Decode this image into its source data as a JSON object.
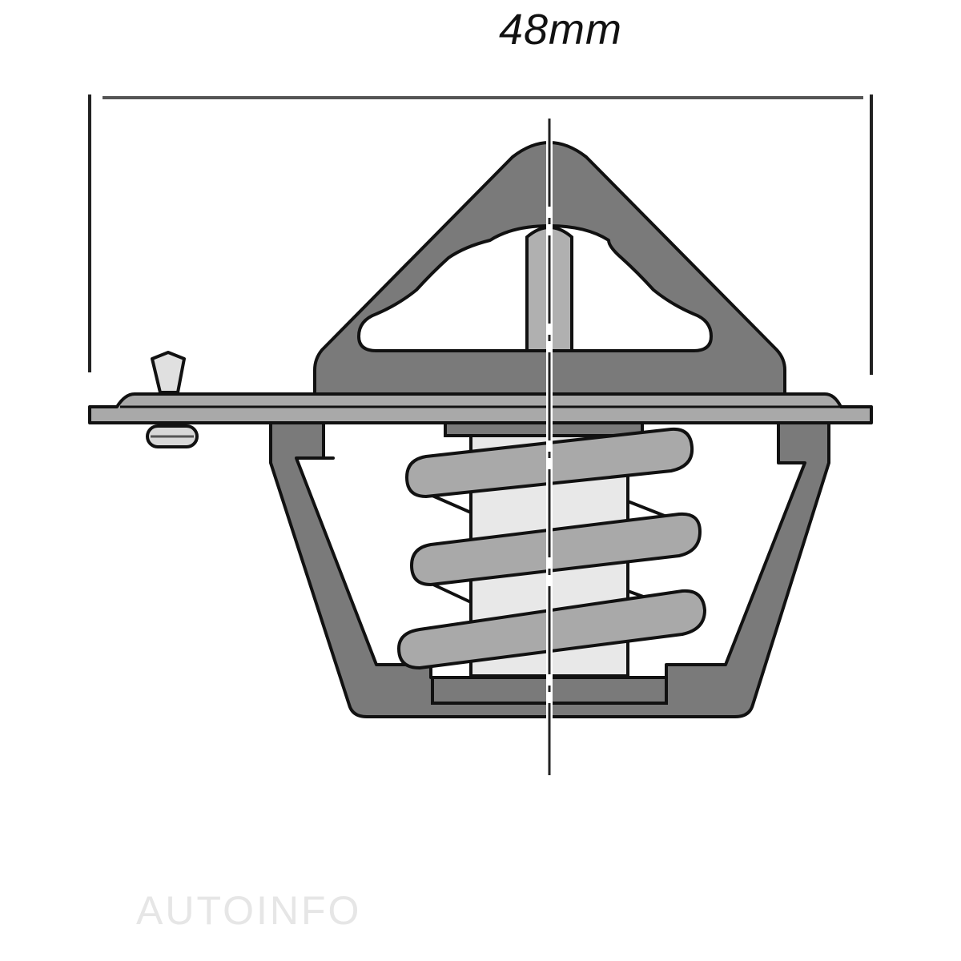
{
  "diagram": {
    "type": "technical-drawing",
    "subject": "thermostat cross-section",
    "dimension": {
      "label": "48mm",
      "measured_span": "overall flange diameter"
    },
    "components": [
      {
        "id": "flange",
        "label": "flange plate"
      },
      {
        "id": "bridge",
        "label": "triangular bridge / frame"
      },
      {
        "id": "pin",
        "label": "centre pin"
      },
      {
        "id": "jiggle-valve",
        "label": "jiggle valve / bleed pin"
      },
      {
        "id": "cup",
        "label": "lower cup / frame"
      },
      {
        "id": "spring",
        "label": "coil spring"
      },
      {
        "id": "wax-element",
        "label": "wax element body"
      },
      {
        "id": "valve-seat",
        "label": "base plate"
      },
      {
        "id": "centerline",
        "label": "centre axis"
      }
    ],
    "colors": {
      "dark_fill": "#7a7a7a",
      "mid_fill": "#a9a9a9",
      "light_fill": "#e8e8e8",
      "outline": "#111111",
      "background": "#ffffff"
    }
  },
  "watermark": {
    "text": "AUTOINFO"
  }
}
